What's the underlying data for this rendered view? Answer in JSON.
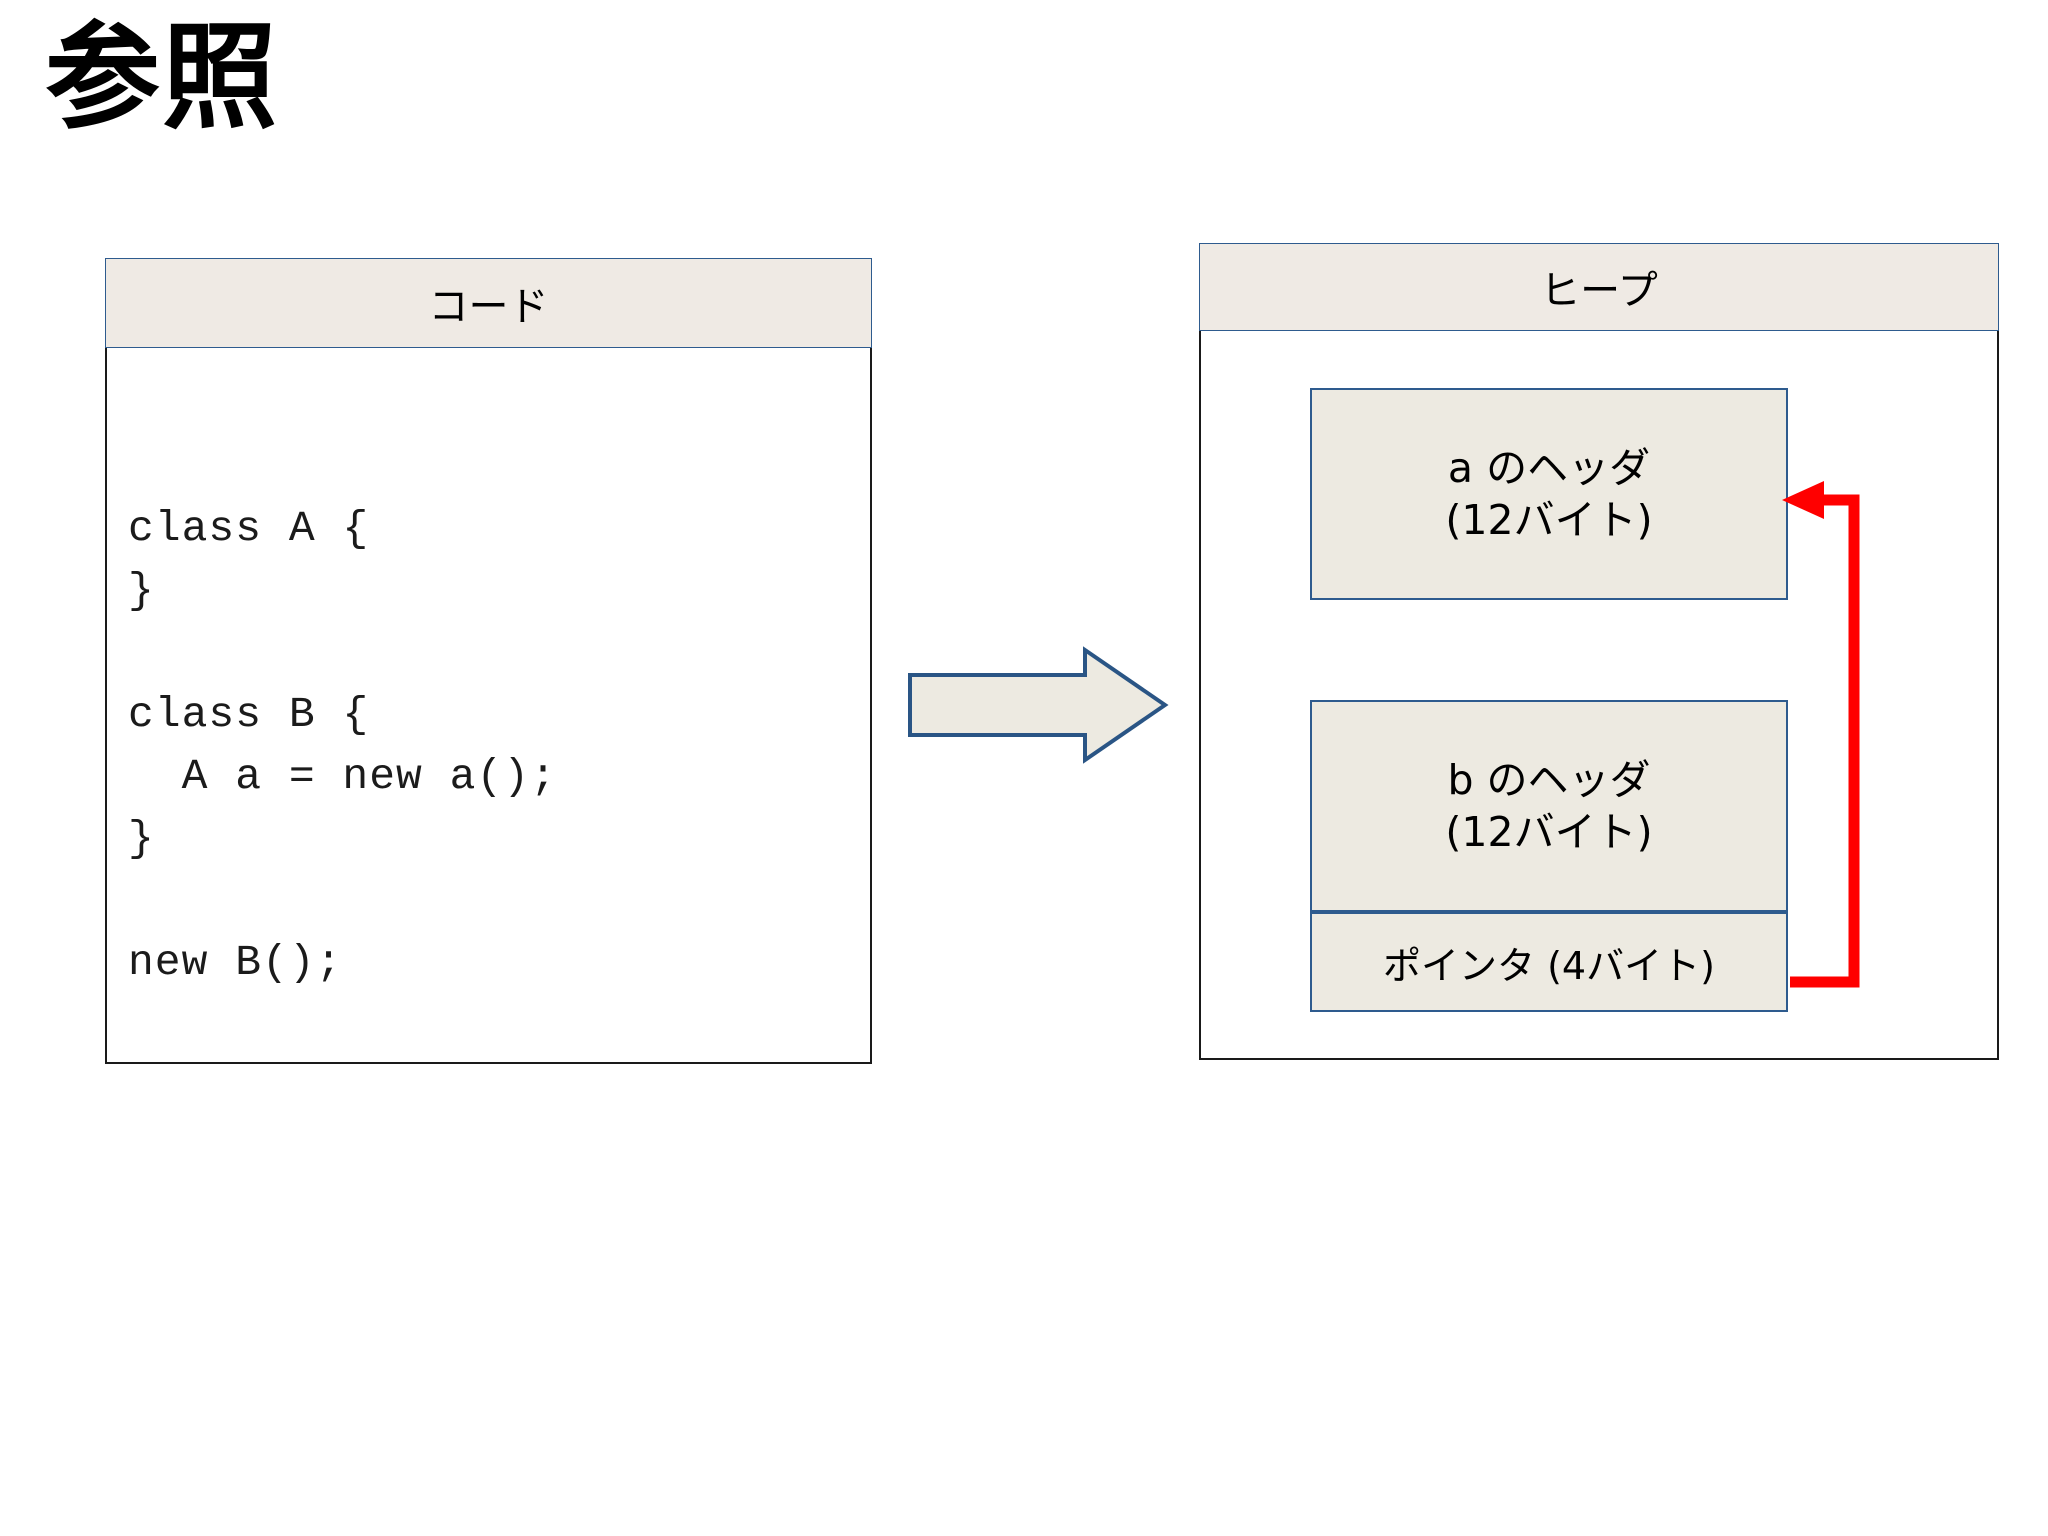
{
  "slide": {
    "title": "参照"
  },
  "code_panel": {
    "header": "コード",
    "code": "class A {\n}\n\nclass B {\n  A a = new a();\n}\n\nnew B();"
  },
  "heap_panel": {
    "header": "ヒープ",
    "cells": [
      {
        "name": "a-header-cell",
        "line1": "a のヘッダ",
        "line2": "(12バイト)"
      },
      {
        "name": "b-header-cell",
        "line1": "b のヘッダ",
        "line2": "(12バイト)"
      },
      {
        "name": "pointer-cell",
        "line1": "ポインタ (4バイト)",
        "line2": ""
      }
    ]
  },
  "arrows": {
    "flow_arrow_name": "right-block-arrow",
    "pointer_arrow_name": "pointer-reference-arrow"
  },
  "colors": {
    "panel_header_fill": "#EFEAE4",
    "panel_header_border": "#2E5B8E",
    "panel_body_border": "#1a1a1a",
    "cell_fill": "#EDEAE1",
    "cell_border": "#2E5B8E",
    "flow_arrow_fill": "#EDEAE1",
    "flow_arrow_border": "#2A5585",
    "pointer_arrow": "#FF0000",
    "text": "#000000",
    "background": "#FFFFFF"
  }
}
